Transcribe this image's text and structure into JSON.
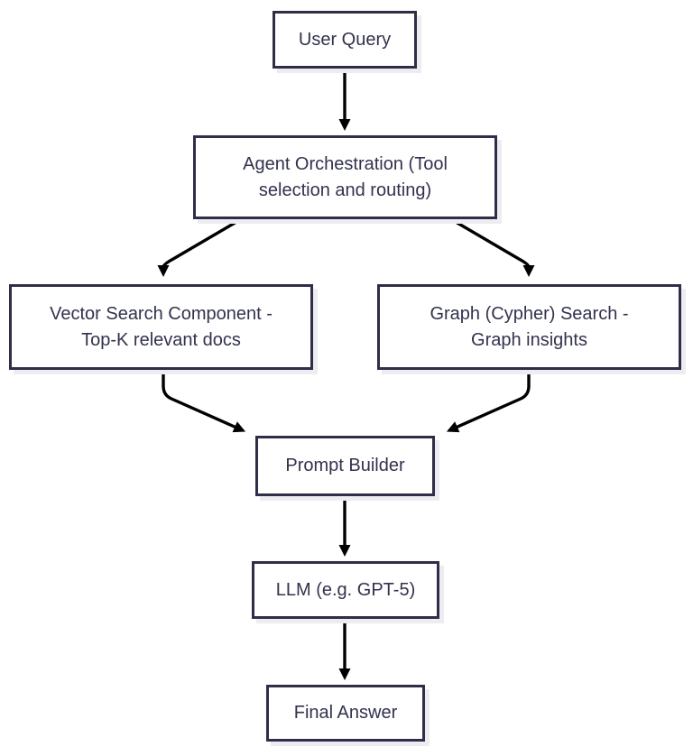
{
  "diagram": {
    "type": "flowchart",
    "background": "#ffffff",
    "colors": {
      "node_border": "#2e2e48",
      "node_fill": "#ffffff",
      "node_text": "#32324e",
      "node_shadow": "#ededf1",
      "arrow": "#000000"
    },
    "nodes": [
      {
        "id": "user-query",
        "label": "User Query"
      },
      {
        "id": "agent-orchestration",
        "label": "Agent Orchestration (Tool selection and routing)"
      },
      {
        "id": "vector-search",
        "label": "Vector Search Component - Top-K relevant docs"
      },
      {
        "id": "graph-search",
        "label": "Graph (Cypher) Search - Graph insights"
      },
      {
        "id": "prompt-builder",
        "label": "Prompt Builder"
      },
      {
        "id": "llm",
        "label": "LLM (e.g. GPT-5)"
      },
      {
        "id": "final-answer",
        "label": "Final Answer"
      }
    ],
    "edges": [
      {
        "from": "user-query",
        "to": "agent-orchestration"
      },
      {
        "from": "agent-orchestration",
        "to": "vector-search"
      },
      {
        "from": "agent-orchestration",
        "to": "graph-search"
      },
      {
        "from": "vector-search",
        "to": "prompt-builder"
      },
      {
        "from": "graph-search",
        "to": "prompt-builder"
      },
      {
        "from": "prompt-builder",
        "to": "llm"
      },
      {
        "from": "llm",
        "to": "final-answer"
      }
    ]
  }
}
